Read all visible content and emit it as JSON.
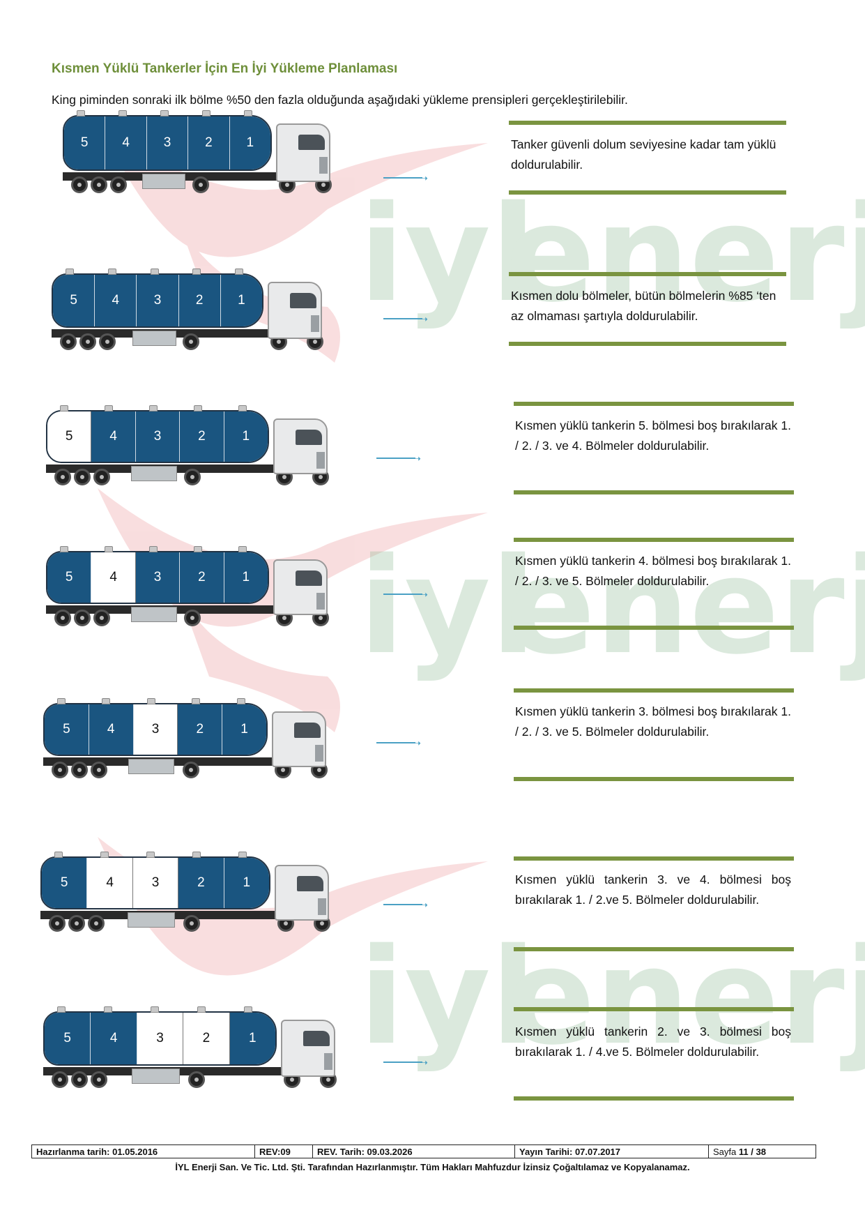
{
  "heading": "Kısmen Yüklü Tankerler İçin En İyi Yükleme Planlaması",
  "intro": "King piminden sonraki ilk bölme %50 den fazla olduğunda aşağıdaki yükleme prensipleri gerçekleştirilebilir.",
  "watermark": {
    "text_top": "iyl",
    "text_bottom": "enerji",
    "colors": {
      "green": "#7fb487",
      "red": "#e46a6e"
    }
  },
  "colors": {
    "full_compartment": "#1a5580",
    "empty_compartment": "#ffffff",
    "rule": "#7a9440",
    "arrow": "#4aa0c4",
    "heading": "#6e8f3a"
  },
  "scenarios": [
    {
      "compartments": [
        {
          "label": "5",
          "state": "full"
        },
        {
          "label": "4",
          "state": "full"
        },
        {
          "label": "3",
          "state": "full"
        },
        {
          "label": "2",
          "state": "full"
        },
        {
          "label": "1",
          "state": "full"
        }
      ],
      "description": "Tanker güvenli dolum seviyesine kadar tam yüklü doldurulabilir."
    },
    {
      "compartments": [
        {
          "label": "5",
          "state": "full"
        },
        {
          "label": "4",
          "state": "full"
        },
        {
          "label": "3",
          "state": "full"
        },
        {
          "label": "2",
          "state": "full"
        },
        {
          "label": "1",
          "state": "full"
        }
      ],
      "description": "Kısmen dolu bölmeler, bütün bölmelerin %85 ‘ten az olmaması şartıyla doldurulabilir."
    },
    {
      "compartments": [
        {
          "label": "5",
          "state": "empty"
        },
        {
          "label": "4",
          "state": "full"
        },
        {
          "label": "3",
          "state": "full"
        },
        {
          "label": "2",
          "state": "full"
        },
        {
          "label": "1",
          "state": "full"
        }
      ],
      "description": "Kısmen yüklü tankerin 5. bölmesi boş bırakılarak 1. / 2. / 3. ve 4. Bölmeler doldurulabilir."
    },
    {
      "compartments": [
        {
          "label": "5",
          "state": "full"
        },
        {
          "label": "4",
          "state": "empty"
        },
        {
          "label": "3",
          "state": "full"
        },
        {
          "label": "2",
          "state": "full"
        },
        {
          "label": "1",
          "state": "full"
        }
      ],
      "description": "Kısmen yüklü tankerin 4. bölmesi boş bırakılarak 1. / 2. / 3. ve 5. Bölmeler doldurulabilir."
    },
    {
      "compartments": [
        {
          "label": "5",
          "state": "full"
        },
        {
          "label": "4",
          "state": "full"
        },
        {
          "label": "3",
          "state": "empty"
        },
        {
          "label": "2",
          "state": "full"
        },
        {
          "label": "1",
          "state": "full"
        }
      ],
      "description": "Kısmen yüklü tankerin 3. bölmesi boş bırakılarak 1. / 2. / 3. ve 5. Bölmeler doldurulabilir."
    },
    {
      "compartments": [
        {
          "label": "5",
          "state": "full"
        },
        {
          "label": "4",
          "state": "empty"
        },
        {
          "label": "3",
          "state": "empty"
        },
        {
          "label": "2",
          "state": "full"
        },
        {
          "label": "1",
          "state": "full"
        }
      ],
      "description": "Kısmen yüklü tankerin 3. ve 4. bölmesi boş bırakılarak 1. / 2.ve 5. Bölmeler doldurulabilir."
    },
    {
      "compartments": [
        {
          "label": "5",
          "state": "full"
        },
        {
          "label": "4",
          "state": "full"
        },
        {
          "label": "3",
          "state": "empty"
        },
        {
          "label": "2",
          "state": "empty"
        },
        {
          "label": "1",
          "state": "full"
        }
      ],
      "description": "Kısmen yüklü tankerin 2. ve 3. bölmesi boş bırakılarak 1. / 4.ve 5. Bölmeler doldurulabilir."
    }
  ],
  "footer": {
    "prepared": "Hazırlanma tarih: 01.05.2016",
    "rev": "REV:09",
    "rev_date": "REV. Tarih: 09.03.2026",
    "publish_date": "Yayın Tarihi: 07.07.2017",
    "page_label": "Sayfa",
    "page_current": "11",
    "page_sep": "/",
    "page_total": "38",
    "copyright": "İYL Enerji San. Ve Tic. Ltd. Şti. Tarafından Hazırlanmıştır. Tüm Hakları Mahfuzdur İzinsiz Çoğaltılamaz ve Kopyalanamaz."
  }
}
